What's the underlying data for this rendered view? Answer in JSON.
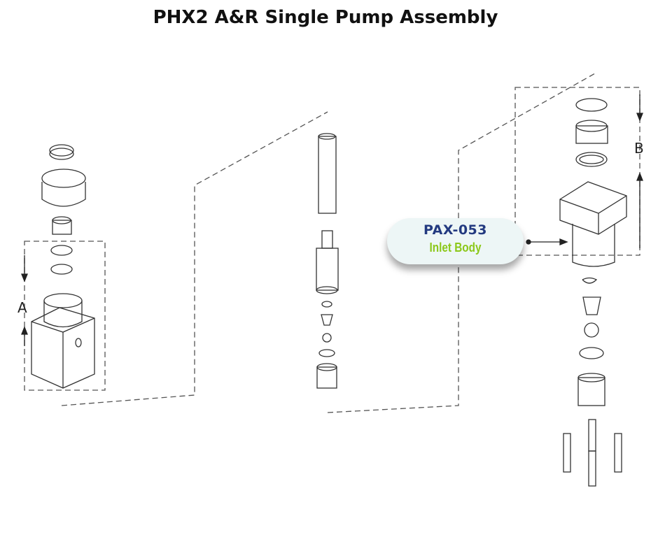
{
  "title": "PHX2 A&R Single Pump Assembly",
  "callout": {
    "part_number": "PAX-053",
    "part_name": "Inlet Body"
  },
  "section_labels": {
    "a": "A",
    "b": "B"
  },
  "colors": {
    "part_number": "#233a80",
    "part_name": "#8cc81a",
    "callout_bg": "#edf6f6"
  }
}
